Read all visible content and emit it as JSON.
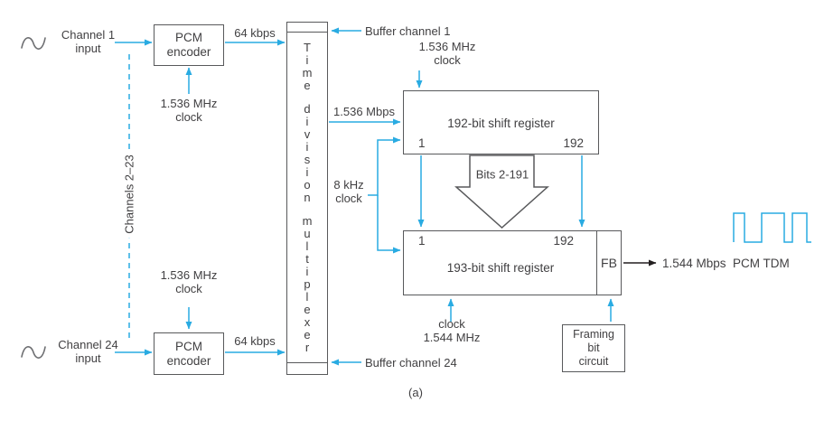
{
  "colors": {
    "accent": "#29ABE2",
    "box_border": "#58595B",
    "text": "#414042",
    "output_arrow": "#231F20",
    "sine_icon": "#6D6E71"
  },
  "caption": "(a)",
  "channel1": {
    "label": "Channel 1\ninput"
  },
  "channels_middle": {
    "label": "Channels 2–23"
  },
  "channel24": {
    "label": "Channel 24\ninput"
  },
  "encoder_top": {
    "label": "PCM\nencoder",
    "clock_label": "1.536 MHz\nclock",
    "rate_label": "64 kbps"
  },
  "encoder_bottom": {
    "label": "PCM\nencoder",
    "clock_label": "1.536 MHz\nclock",
    "rate_label": "64 kbps"
  },
  "multiplexer": {
    "label": "Time division multiplexer",
    "buffer_top_label": "Buffer channel 1",
    "buffer_bottom_label": "Buffer channel 24",
    "output_rate_label": "1.536 Mbps",
    "clock_label": "8 kHz\nclock"
  },
  "register192": {
    "label": "192-bit shift register",
    "bit_first": "1",
    "bit_last": "192",
    "clock_label": "1.536 MHz\nclock",
    "transfer_label": "Bits 2-191"
  },
  "register193": {
    "label": "193-bit shift register",
    "bit_first": "1",
    "bit_last": "192",
    "fb_label": "FB",
    "clock_label": "clock\n1.544 MHz"
  },
  "framing_circuit": {
    "label": "Framing\nbit\ncircuit"
  },
  "output": {
    "label": "1.544 Mbps  PCM TDM"
  },
  "icons": {
    "channel1_input": "sine-wave-icon",
    "channel24_input": "sine-wave-icon",
    "output_signal": "square-wave-icon"
  }
}
